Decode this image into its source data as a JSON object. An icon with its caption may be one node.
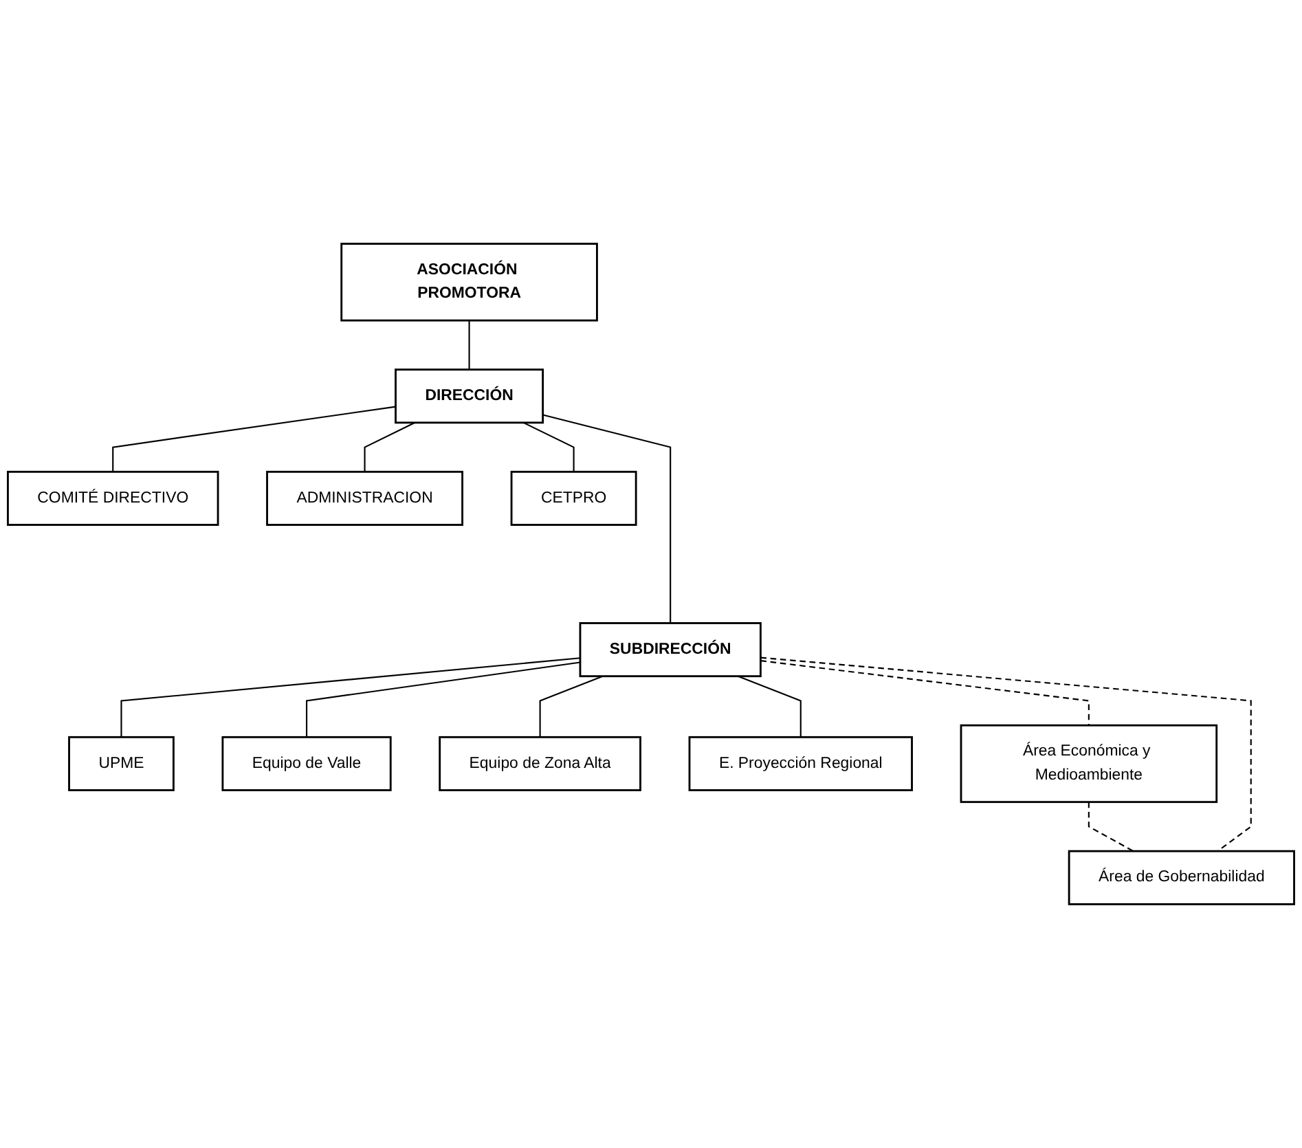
{
  "diagram": {
    "nodes": [
      {
        "text": [
          "ASOCIACIÓN PROMOTORA"
        ]
      },
      {
        "text": [
          "DIRECCIÓN"
        ]
      },
      {
        "text": [
          "COMITÉ DIRECTIVO"
        ]
      },
      {
        "text": [
          "ADMINISTRACION"
        ]
      },
      {
        "text": [
          "CETPRO"
        ]
      },
      {
        "text": [
          "SUBDIRECCIÓN"
        ]
      },
      {
        "text": [
          "UPME"
        ]
      },
      {
        "text": [
          "Equipo de Valle"
        ]
      },
      {
        "text": [
          "Equipo de Zona Alta"
        ]
      },
      {
        "text": [
          "E. Proyección Regional"
        ]
      },
      {
        "text": [
          "Área Económica y Medioambiente"
        ]
      },
      {
        "text": [
          "Área de Gobernabilidad"
        ]
      }
    ],
    "edges": [
      {
        "from": 0,
        "to": 1,
        "arrow": "none"
      },
      {
        "from": 1,
        "to": 2,
        "arrow": "none"
      },
      {
        "from": 1,
        "to": 3,
        "arrow": "none"
      },
      {
        "from": 1,
        "to": 4,
        "arrow": "none"
      },
      {
        "from": 1,
        "to": 5,
        "arrow": "none"
      },
      {
        "from": 5,
        "to": 6,
        "arrow": "none"
      },
      {
        "from": 5,
        "to": 7,
        "arrow": "none"
      },
      {
        "from": 5,
        "to": 8,
        "arrow": "none"
      },
      {
        "from": 5,
        "to": 9,
        "arrow": "none"
      },
      {
        "from": 5,
        "to": 10,
        "arrow": "none",
        "style": "dashed"
      },
      {
        "from": 10,
        "to": 11,
        "arrow": "none",
        "style": "dashed"
      },
      {
        "from": 5,
        "to": 11,
        "arrow": "none",
        "style": "dashed"
      }
    ]
  }
}
